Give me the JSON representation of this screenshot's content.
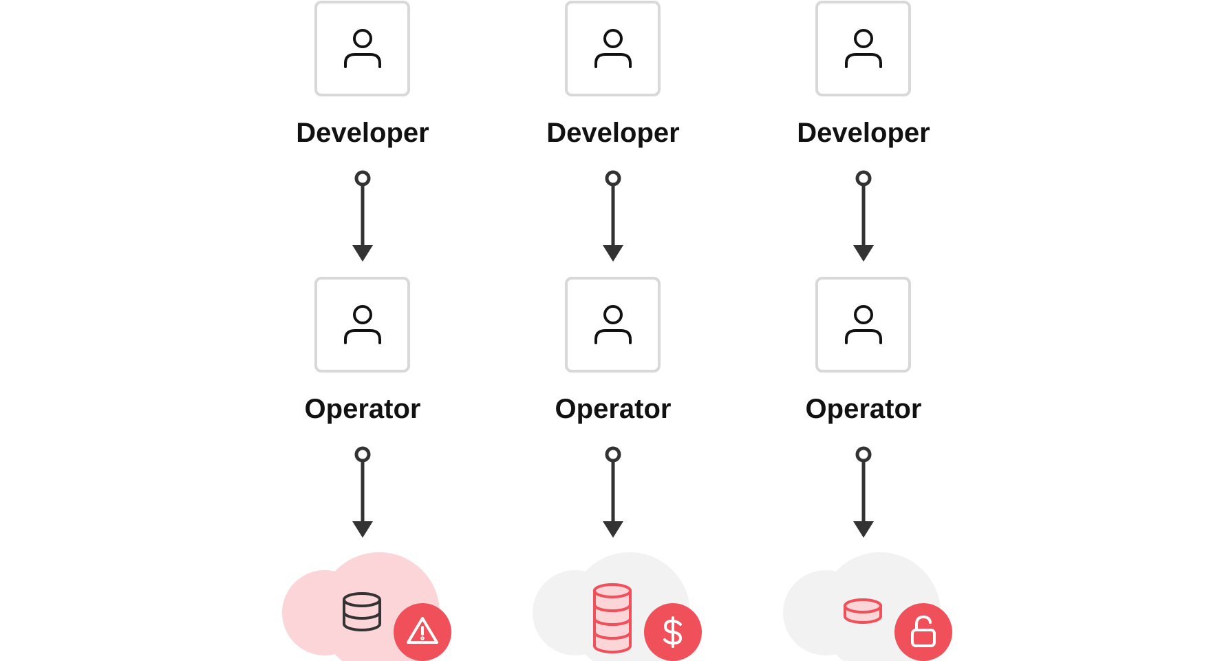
{
  "columns": [
    {
      "roles": [
        "Developer",
        "Operator"
      ],
      "cloud_tint": "#fbd5d8",
      "database_style": "outline-dark",
      "badge_icon": "warning-icon"
    },
    {
      "roles": [
        "Developer",
        "Operator"
      ],
      "cloud_tint": "#f2f2f2",
      "database_style": "stacked-red-large",
      "badge_icon": "dollar-icon"
    },
    {
      "roles": [
        "Developer",
        "Operator"
      ],
      "cloud_tint": "#f2f2f2",
      "database_style": "flat-red-small",
      "badge_icon": "unlock-icon"
    }
  ],
  "colors": {
    "accent_red": "#f0505a",
    "cloud_pink": "#fbd5d8",
    "cloud_gray": "#f2f2f2",
    "box_border": "#d8d8d8",
    "arrow": "#333333",
    "text": "#111111"
  }
}
